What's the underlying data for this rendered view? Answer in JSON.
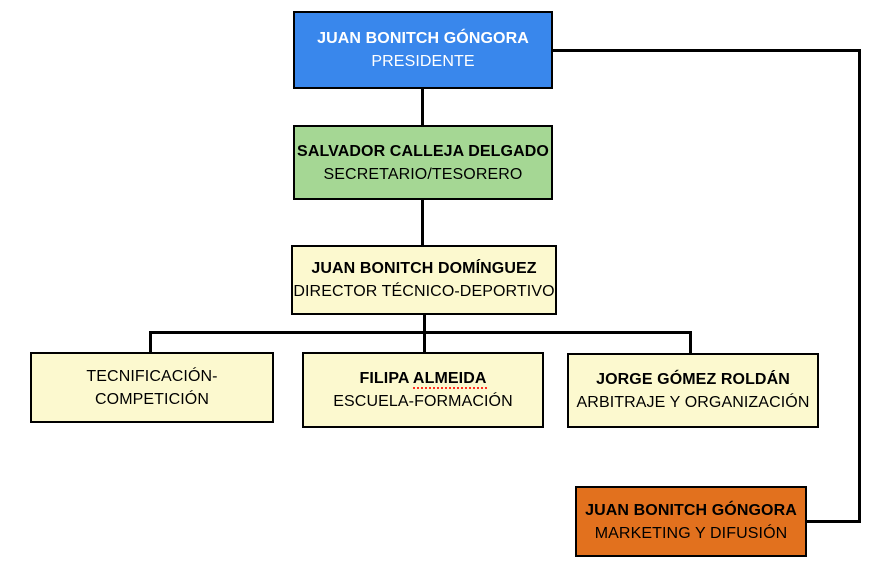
{
  "org_chart": {
    "type": "organizational-chart",
    "background_color": "#FFFFFF",
    "line_color": "#000000",
    "border_color": "#000000",
    "spellcheck_underline_color": "#FF2F22",
    "nodes": {
      "presidente": {
        "name": "JUAN BONITCH GÓNGORA",
        "role": "PRESIDENTE",
        "bg_color": "#3987EC",
        "text_color": "#FFFFFF"
      },
      "secretario": {
        "name": "SALVADOR CALLEJA DELGADO",
        "role": "SECRETARIO/TESORERO",
        "bg_color": "#A5D794",
        "text_color": "#000000"
      },
      "director": {
        "name": "JUAN BONITCH DOMÍNGUEZ",
        "role": "DIRECTOR TÉCNICO-DEPORTIVO",
        "bg_color": "#FCF9CF",
        "text_color": "#000000"
      },
      "tecnificacion": {
        "role": "TECNIFICACIÓN-COMPETICIÓN",
        "bg_color": "#FCF9CF",
        "text_color": "#000000"
      },
      "escuela": {
        "name_first": "FILIPA",
        "name_last": "ALMEIDA",
        "role": "ESCUELA-FORMACIÓN",
        "bg_color": "#FCF9CF",
        "text_color": "#000000"
      },
      "arbitraje": {
        "name": "JORGE GÓMEZ ROLDÁN",
        "role": "ARBITRAJE Y ORGANIZACIÓN",
        "bg_color": "#FCF9CF",
        "text_color": "#000000"
      },
      "marketing": {
        "name": "JUAN BONITCH GÓNGORA",
        "role": "MARKETING Y DIFUSIÓN",
        "bg_color": "#E2711E",
        "text_color": "#000000"
      }
    },
    "hierarchy": {
      "presidente_reports": [
        "secretario",
        "marketing"
      ],
      "secretario_reports": [
        "director"
      ],
      "director_reports": [
        "tecnificacion",
        "escuela",
        "arbitraje"
      ]
    }
  }
}
